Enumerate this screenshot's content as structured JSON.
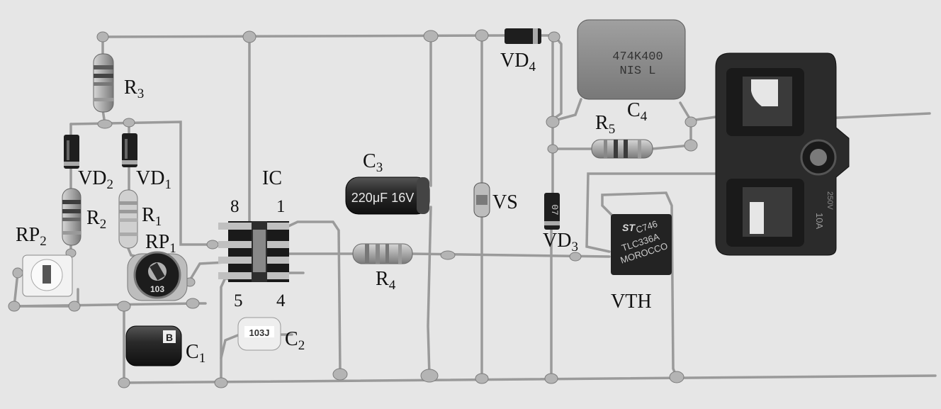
{
  "component_labels": {
    "r3": {
      "base": "R",
      "sub": "3"
    },
    "r2": {
      "base": "R",
      "sub": "2"
    },
    "r1": {
      "base": "R",
      "sub": "1"
    },
    "vd2": {
      "base": "VD",
      "sub": "2"
    },
    "vd1": {
      "base": "VD",
      "sub": "1"
    },
    "rp2": {
      "base": "RP",
      "sub": "2"
    },
    "rp1": {
      "base": "RP",
      "sub": "1"
    },
    "ic": {
      "base": "IC",
      "sub": ""
    },
    "c3": {
      "base": "C",
      "sub": "3"
    },
    "vs": {
      "base": "VS",
      "sub": ""
    },
    "vd4": {
      "base": "VD",
      "sub": "4"
    },
    "c4": {
      "base": "C",
      "sub": "4"
    },
    "r5": {
      "base": "R",
      "sub": "5"
    },
    "vd3": {
      "base": "VD",
      "sub": "3"
    },
    "r4": {
      "base": "R",
      "sub": "4"
    },
    "vth": {
      "base": "VTH",
      "sub": ""
    },
    "c1": {
      "base": "C",
      "sub": "1"
    },
    "c2": {
      "base": "C",
      "sub": "2"
    }
  },
  "ic_pins": {
    "p8": "8",
    "p1": "1",
    "p5": "5",
    "p4": "4"
  },
  "markings": {
    "c4_line1": "474K400",
    "c4_line2": "NIS L",
    "c3_value": "220μF 16V",
    "c2_code": "103J",
    "rp1_code": "103",
    "vth_line1": "C746",
    "vth_line2": "TLC336A",
    "vth_line3": "MOROCCO",
    "vth_logo": "ST",
    "socket_rating": "10A",
    "socket_voltage": "250V",
    "c1_mark": "B",
    "vd3_mark": "07"
  },
  "colors": {
    "background": "#e6e6e6",
    "wire": "#9a9a9a",
    "solder": "#b4b4b4",
    "body_dark": "#1e1e1e",
    "c4_body": "#8c8c8c",
    "socket": "#2b2b2b"
  }
}
